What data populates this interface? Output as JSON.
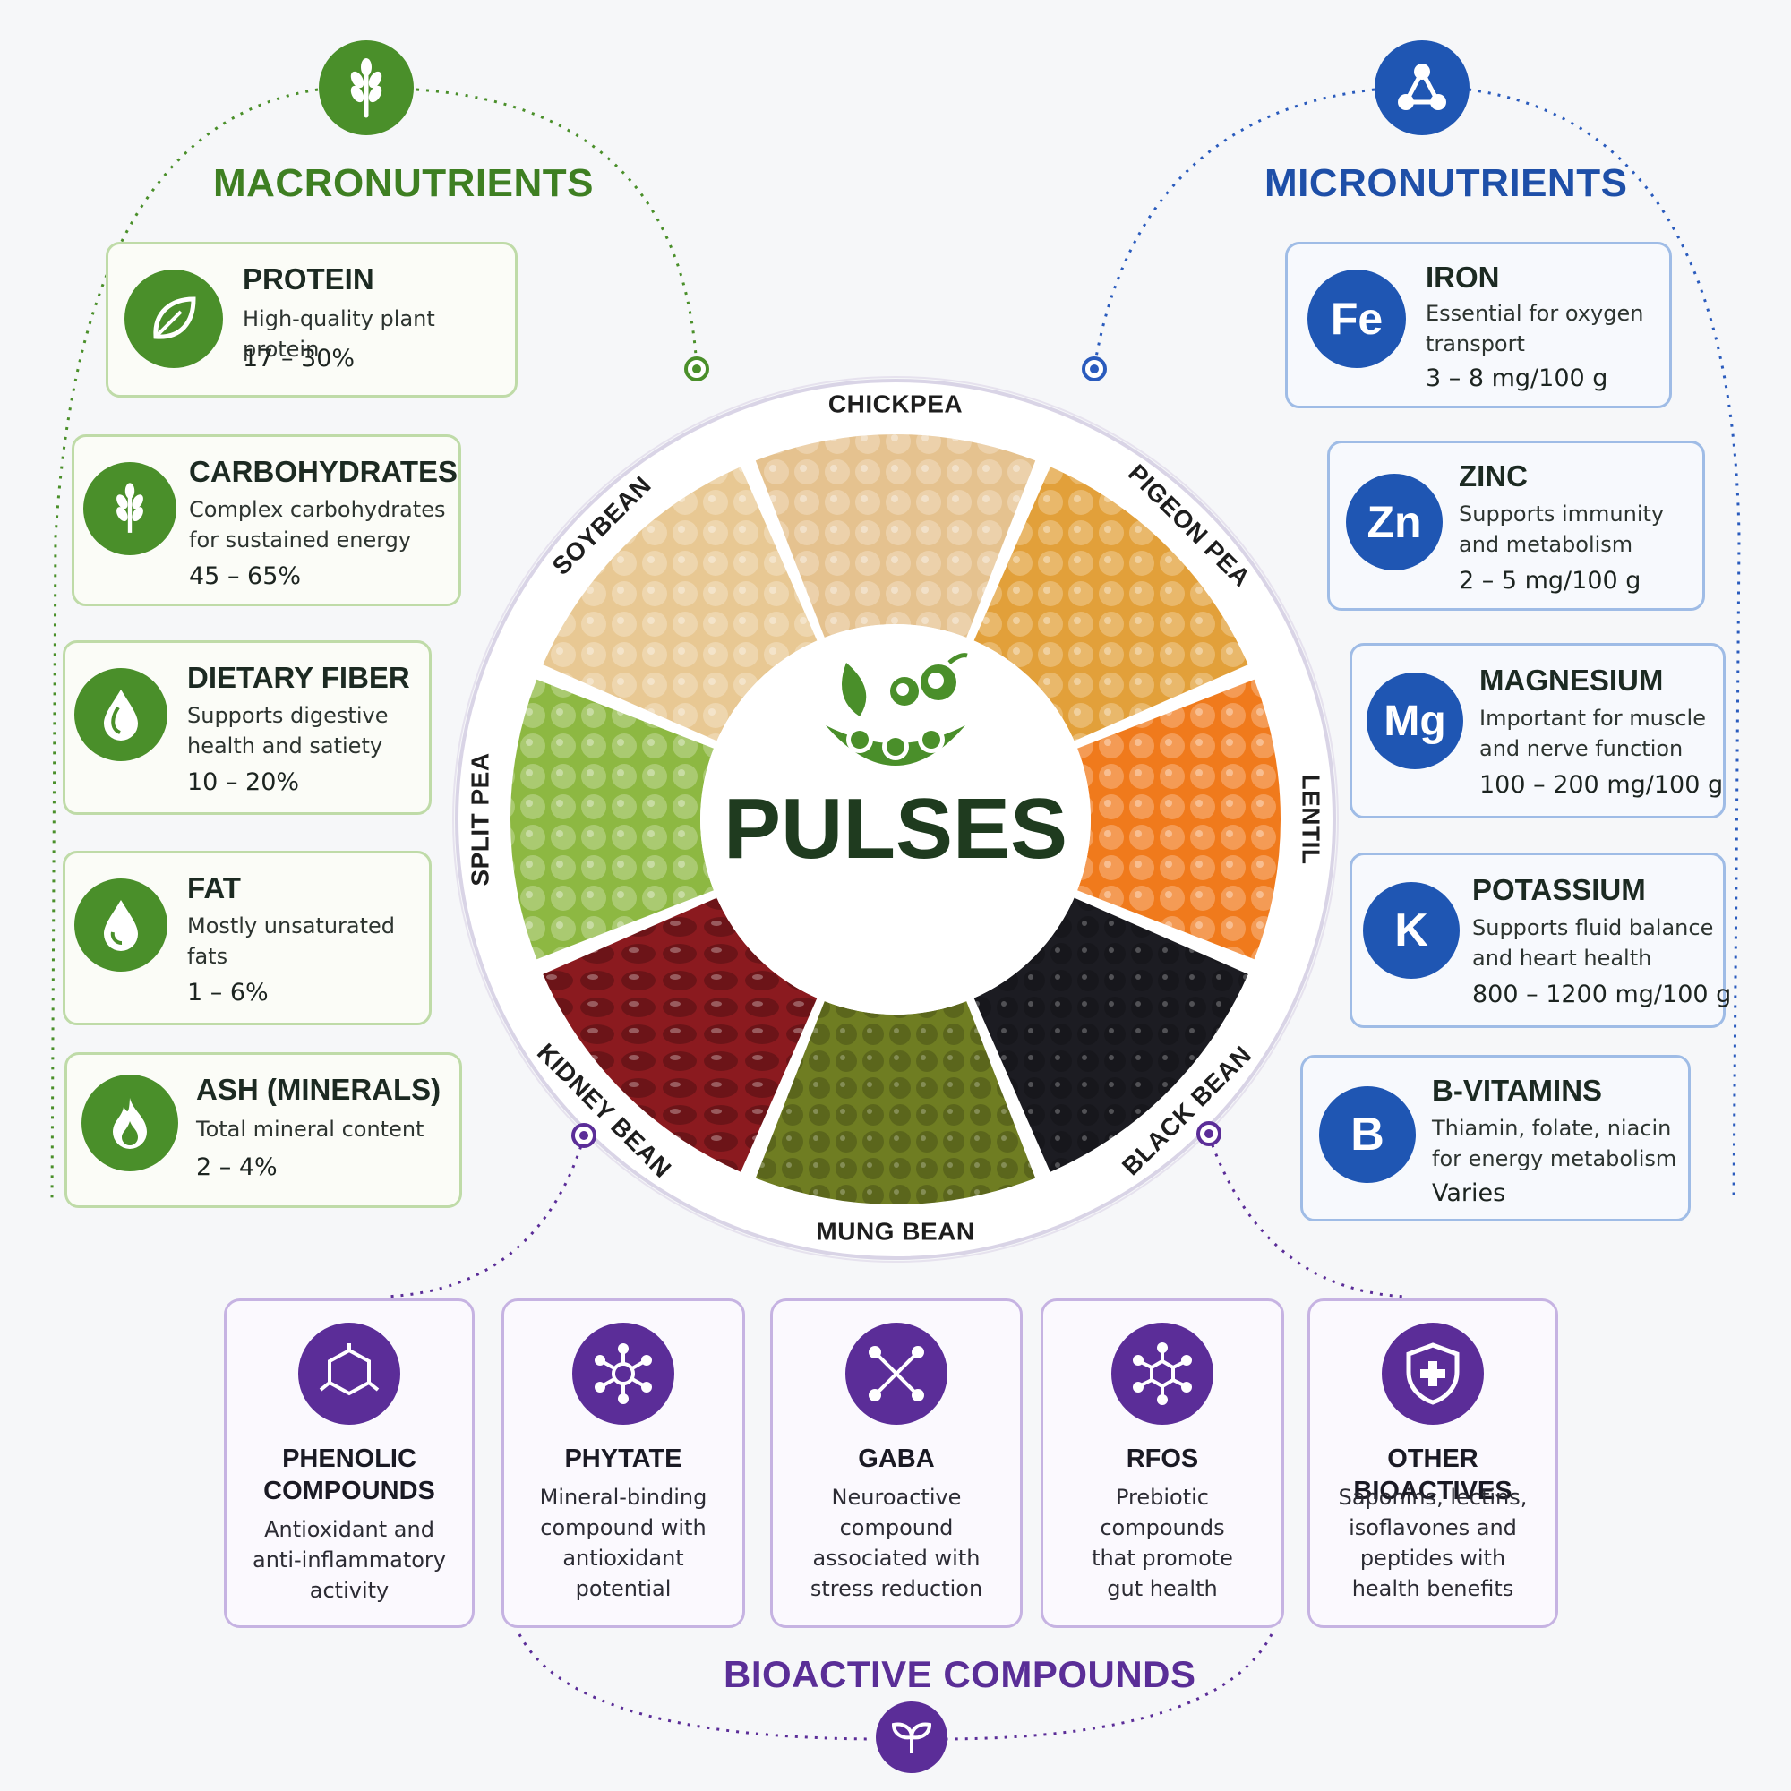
{
  "macronutrients": {
    "title": "MACRONUTRIENTS",
    "items": [
      {
        "name": "PROTEIN",
        "desc": [
          "High-quality plant protein"
        ],
        "value": "17 – 30%",
        "icon": "leaf-icon"
      },
      {
        "name": "CARBOHYDRATES",
        "desc": [
          "Complex carbohydrates",
          "for sustained energy"
        ],
        "value": "45 – 65%",
        "icon": "wheat-icon"
      },
      {
        "name": "DIETARY FIBER",
        "desc": [
          "Supports digestive",
          "health and satiety"
        ],
        "value": "10 – 20%",
        "icon": "drop-icon"
      },
      {
        "name": "FAT",
        "desc": [
          "Mostly unsaturated",
          "fats"
        ],
        "value": "1 – 6%",
        "icon": "oil-drop-icon"
      },
      {
        "name": "ASH (MINERALS)",
        "desc": [
          "Total mineral content"
        ],
        "value": "2 – 4%",
        "icon": "flame-icon"
      }
    ]
  },
  "micronutrients": {
    "title": "MICRONUTRIENTS",
    "items": [
      {
        "symbol": "Fe",
        "name": "IRON",
        "desc": [
          "Essential for oxygen",
          "transport"
        ],
        "value": "3 – 8 mg/100 g"
      },
      {
        "symbol": "Zn",
        "name": "ZINC",
        "desc": [
          "Supports immunity",
          "and metabolism"
        ],
        "value": "2 – 5 mg/100 g"
      },
      {
        "symbol": "Mg",
        "name": "MAGNESIUM",
        "desc": [
          "Important for muscle",
          "and nerve function"
        ],
        "value": "100 – 200 mg/100 g"
      },
      {
        "symbol": "K",
        "name": "POTASSIUM",
        "desc": [
          "Supports fluid balance",
          "and heart health"
        ],
        "value": "800 – 1200 mg/100 g"
      },
      {
        "symbol": "B",
        "name": "B-VITAMINS",
        "desc": [
          "Thiamin, folate, niacin",
          "for energy metabolism"
        ],
        "value": "Varies"
      }
    ]
  },
  "center": {
    "title": "PULSES",
    "icon": "pea-pod-icon",
    "pulses": [
      "CHICKPEA",
      "PIGEON PEA",
      "LENTIL",
      "BLACK BEAN",
      "MUNG BEAN",
      "KIDNEY BEAN",
      "SPLIT PEA",
      "SOYBEAN"
    ],
    "colors": {
      "CHICKPEA": "#e5c28f",
      "PIGEON PEA": "#e2a03a",
      "LENTIL": "#f07a1c",
      "BLACK BEAN": "#1c1c22",
      "MUNG BEAN": "#6f7d22",
      "KIDNEY BEAN": "#8b1a1f",
      "SPLIT PEA": "#8db842",
      "SOYBEAN": "#e8c893"
    }
  },
  "bioactive": {
    "title": "BIOACTIVE COMPOUNDS",
    "items": [
      {
        "name": [
          "PHENOLIC",
          "COMPOUNDS"
        ],
        "desc": [
          "Antioxidant and",
          "anti-inflammatory",
          "activity"
        ],
        "icon": "molecule-ring-icon"
      },
      {
        "name": [
          "PHYTATE"
        ],
        "desc": [
          "Mineral-binding",
          "compound with",
          "antioxidant",
          "potential"
        ],
        "icon": "molecule-icon"
      },
      {
        "name": [
          "GABA"
        ],
        "desc": [
          "Neuroactive compound",
          "associated with",
          "stress reduction"
        ],
        "icon": "molecule-chain-icon"
      },
      {
        "name": [
          "RFOS"
        ],
        "desc": [
          "Prebiotic compounds",
          "that promote",
          "gut health"
        ],
        "icon": "molecule-cluster-icon"
      },
      {
        "name": [
          "OTHER BIOACTIVES"
        ],
        "desc": [
          "Saponins, lectins,",
          "isoflavones and",
          "peptides with",
          "health benefits"
        ],
        "icon": "shield-plus-icon"
      }
    ]
  },
  "colors": {
    "macro": "#4a8f2a",
    "micro": "#1f56b3",
    "bioactive": "#5b2d98"
  }
}
